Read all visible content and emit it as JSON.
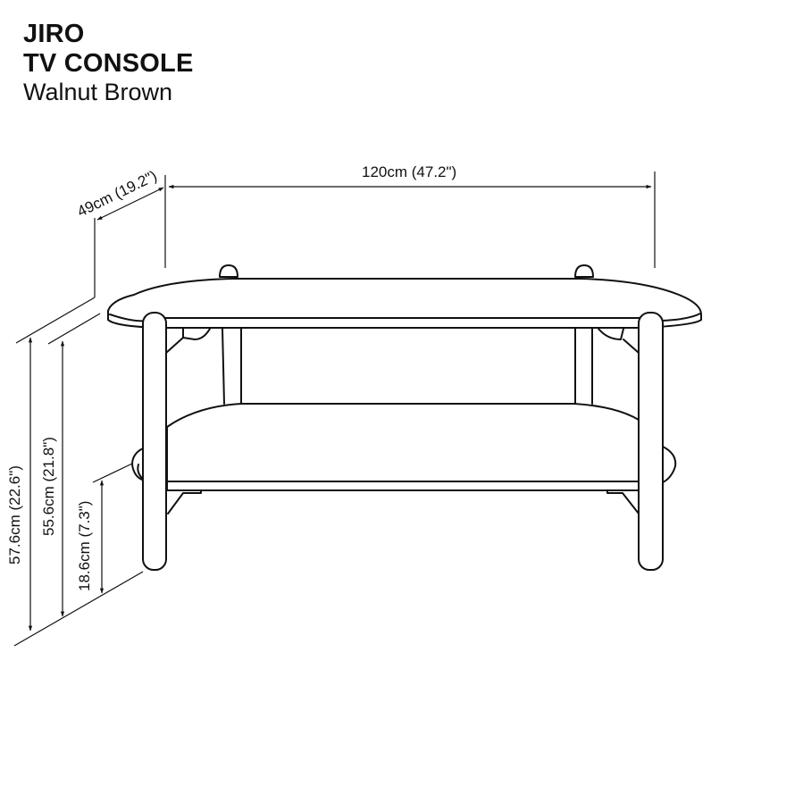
{
  "product": {
    "name": "JIRO",
    "type": "TV CONSOLE",
    "finish": "Walnut Brown"
  },
  "dimensions": {
    "width": {
      "label": "120cm (47.2\")",
      "cm": 120,
      "in": 47.2
    },
    "depth": {
      "label": "49cm (19.2\")",
      "cm": 49,
      "in": 19.2
    },
    "overall_height": {
      "label": "57.6cm (22.6\")",
      "cm": 57.6,
      "in": 22.6
    },
    "top_shelf_height": {
      "label": "55.6cm (21.8\")",
      "cm": 55.6,
      "in": 21.8
    },
    "bottom_shelf_height": {
      "label": "18.6cm (7.3\")",
      "cm": 18.6,
      "in": 7.3
    }
  },
  "style": {
    "line_color": "#111111",
    "background": "#ffffff"
  }
}
